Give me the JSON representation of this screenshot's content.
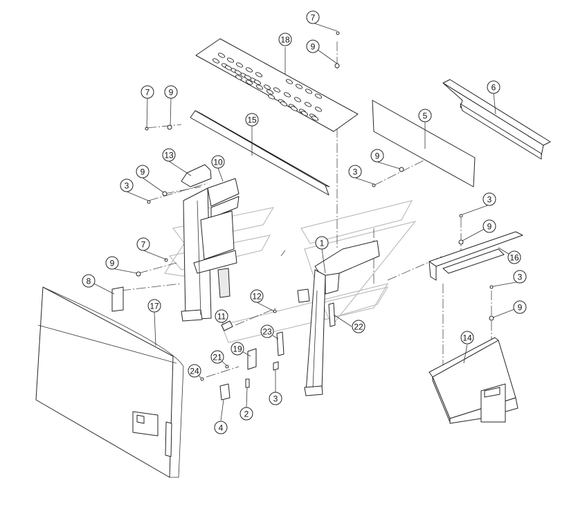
{
  "callouts": [
    {
      "id": "c7a",
      "label": "7"
    },
    {
      "id": "c9a",
      "label": "9"
    },
    {
      "id": "c18",
      "label": "18"
    },
    {
      "id": "c6",
      "label": "6"
    },
    {
      "id": "c7b",
      "label": "7"
    },
    {
      "id": "c9b",
      "label": "9"
    },
    {
      "id": "c15",
      "label": "15"
    },
    {
      "id": "c5",
      "label": "5"
    },
    {
      "id": "c9c",
      "label": "9"
    },
    {
      "id": "c3a",
      "label": "3"
    },
    {
      "id": "c13",
      "label": "13"
    },
    {
      "id": "c10",
      "label": "10"
    },
    {
      "id": "c9d",
      "label": "9"
    },
    {
      "id": "c3b",
      "label": "3"
    },
    {
      "id": "c3c",
      "label": "3"
    },
    {
      "id": "c9e",
      "label": "9"
    },
    {
      "id": "c7c",
      "label": "7"
    },
    {
      "id": "c1",
      "label": "1"
    },
    {
      "id": "c16",
      "label": "16"
    },
    {
      "id": "c9f",
      "label": "9"
    },
    {
      "id": "c8",
      "label": "8"
    },
    {
      "id": "c3d",
      "label": "3"
    },
    {
      "id": "c12",
      "label": "12"
    },
    {
      "id": "c9g",
      "label": "9"
    },
    {
      "id": "c17",
      "label": "17"
    },
    {
      "id": "c11",
      "label": "11"
    },
    {
      "id": "c22",
      "label": "22"
    },
    {
      "id": "c23",
      "label": "23"
    },
    {
      "id": "c14",
      "label": "14"
    },
    {
      "id": "c19",
      "label": "19"
    },
    {
      "id": "c21",
      "label": "21"
    },
    {
      "id": "c24",
      "label": "24"
    },
    {
      "id": "c3e",
      "label": "3"
    },
    {
      "id": "c2",
      "label": "2"
    },
    {
      "id": "c4",
      "label": "4"
    }
  ]
}
